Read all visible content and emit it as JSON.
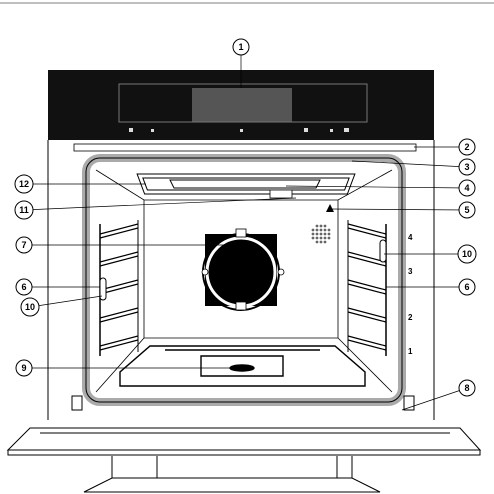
{
  "callouts": [
    {
      "id": "c1",
      "label": "1"
    },
    {
      "id": "c2",
      "label": "2"
    },
    {
      "id": "c3",
      "label": "3"
    },
    {
      "id": "c4",
      "label": "4"
    },
    {
      "id": "c5",
      "label": "5"
    },
    {
      "id": "c6r",
      "label": "6"
    },
    {
      "id": "c6l",
      "label": "6"
    },
    {
      "id": "c7",
      "label": "7"
    },
    {
      "id": "c8",
      "label": "8"
    },
    {
      "id": "c9",
      "label": "9"
    },
    {
      "id": "c10r",
      "label": "10"
    },
    {
      "id": "c10l",
      "label": "10"
    },
    {
      "id": "c11",
      "label": "11"
    },
    {
      "id": "c12",
      "label": "12"
    }
  ],
  "shelf_levels": [
    "4",
    "3",
    "2",
    "1"
  ],
  "colors": {
    "line": "#000000",
    "panel": "#111111",
    "display": "#555555",
    "cavity_border": "#aaaaaa",
    "fan_grid": "#666666"
  }
}
